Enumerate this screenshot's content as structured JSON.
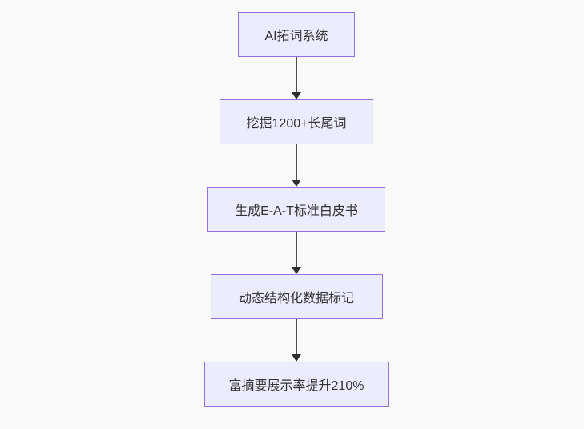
{
  "diagram": {
    "type": "flowchart",
    "direction": "top-down",
    "nodes": [
      {
        "id": "A",
        "label": "AI拓词系统"
      },
      {
        "id": "B",
        "label": "挖掘1200+长尾词"
      },
      {
        "id": "C",
        "label": "生成E-A-T标准白皮书"
      },
      {
        "id": "D",
        "label": "动态结构化数据标记"
      },
      {
        "id": "E",
        "label": "富摘要展示率提升210%"
      }
    ],
    "edges": [
      {
        "from": "A",
        "to": "B"
      },
      {
        "from": "B",
        "to": "C"
      },
      {
        "from": "C",
        "to": "D"
      },
      {
        "from": "D",
        "to": "E"
      }
    ],
    "colors": {
      "node_fill": "#ECECFF",
      "node_border": "#9370DB",
      "edge_line": "#4d4d4d",
      "arrowhead": "#2e2e2e",
      "text": "#333333",
      "background": "#f9f9f9"
    }
  }
}
